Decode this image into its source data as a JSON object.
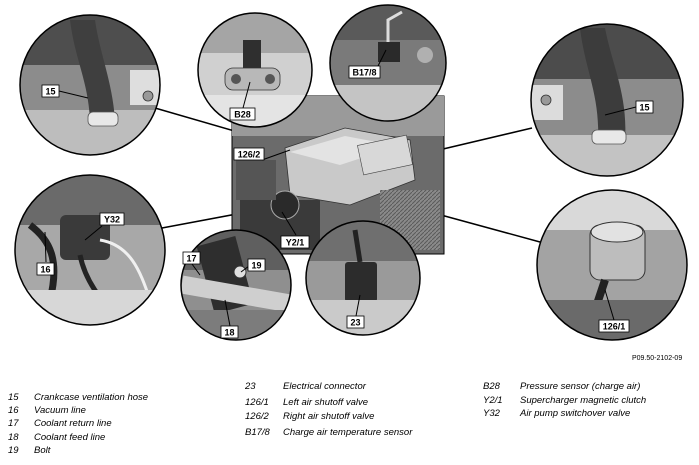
{
  "callouts": {
    "c15_left": "15",
    "c15_right": "15",
    "c16": "16",
    "c17": "17",
    "c18": "18",
    "c19": "19",
    "c23": "23",
    "c126_1": "126/1",
    "c126_2": "126/2",
    "cB17_8": "B17/8",
    "cB28": "B28",
    "cY2_1": "Y2/1",
    "cY32": "Y32"
  },
  "reference_code": "P09.50-2102-09",
  "legend": {
    "col1": [
      {
        "num": "15",
        "desc": "Crankcase ventilation hose"
      },
      {
        "num": "16",
        "desc": "Vacuum line"
      },
      {
        "num": "17",
        "desc": "Coolant return line"
      },
      {
        "num": "18",
        "desc": "Coolant feed line"
      },
      {
        "num": "19",
        "desc": "Bolt"
      }
    ],
    "col2": [
      {
        "num": "23",
        "desc": "Electrical connector"
      },
      {
        "num": "126/1",
        "desc": "Left air shutoff valve"
      },
      {
        "num": "126/2",
        "desc": "Right air shutoff valve"
      },
      {
        "num": "B17/8",
        "desc": "Charge air temperature sensor"
      }
    ],
    "col3": [
      {
        "num": "B28",
        "desc": "Pressure sensor (charge air)"
      },
      {
        "num": "Y2/1",
        "desc": "Supercharger magnetic clutch"
      },
      {
        "num": "Y32",
        "desc": "Air pump switchover valve"
      }
    ]
  }
}
